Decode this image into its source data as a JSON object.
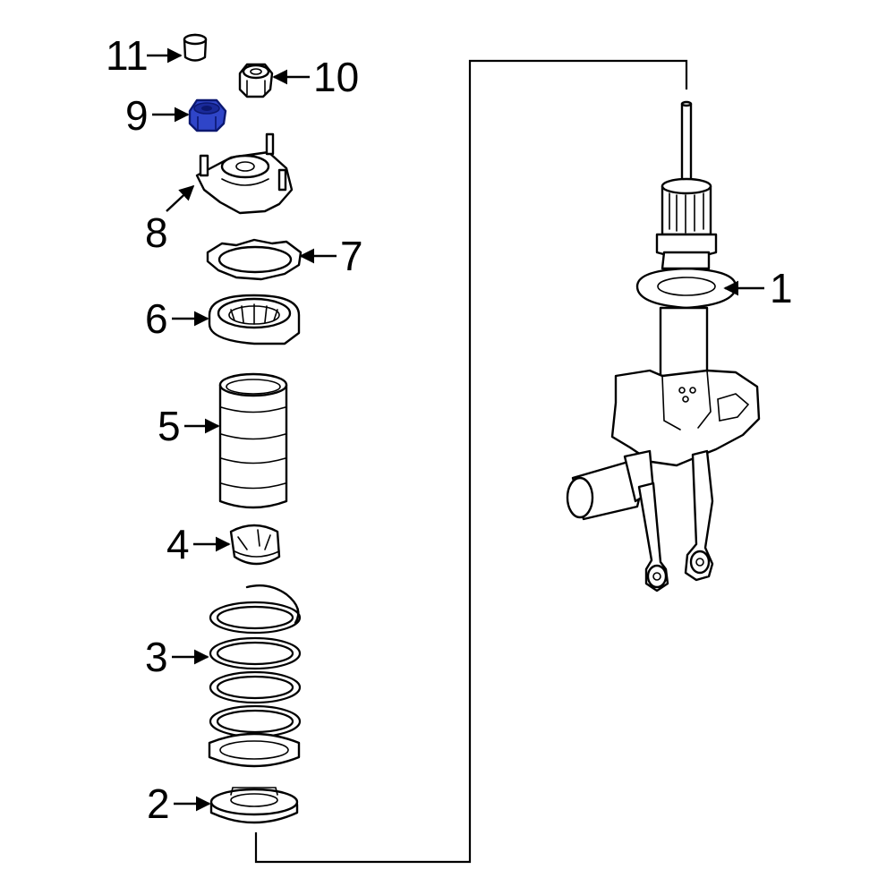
{
  "callouts": {
    "c1": "1",
    "c2": "2",
    "c3": "3",
    "c4": "4",
    "c5": "5",
    "c6": "6",
    "c7": "7",
    "c8": "8",
    "c9": "9",
    "c10": "10",
    "c11": "11"
  },
  "highlighted_part": "9",
  "colors": {
    "highlight": "#2f45c8",
    "line": "#000000",
    "background": "#ffffff"
  }
}
